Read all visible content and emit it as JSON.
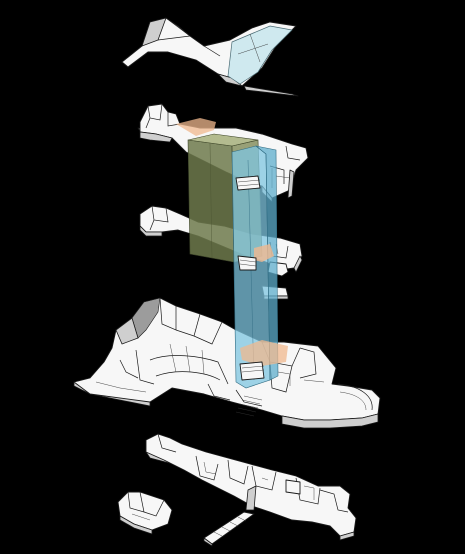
{
  "diagram": {
    "type": "exploded-axonometric",
    "background": "#000000",
    "levels": [
      "roof",
      "upper-floor",
      "middle-floor",
      "ground-floor",
      "basement"
    ],
    "volumes": [
      {
        "name": "olive-volume",
        "color": "#6f7a4c"
      },
      {
        "name": "blue-core",
        "color": "#7fc6e0"
      },
      {
        "name": "peach-bands",
        "color": "#f0b88e"
      },
      {
        "name": "roof-glass",
        "color": "#cfe9ef"
      }
    ]
  }
}
